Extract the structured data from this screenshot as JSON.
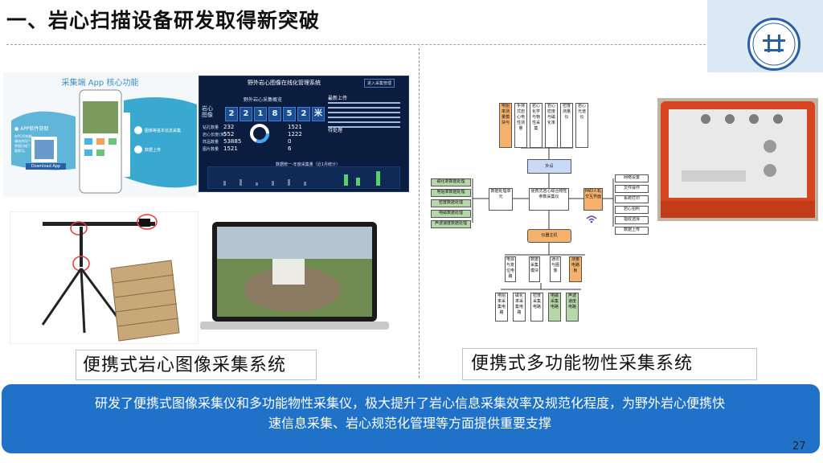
{
  "header": {
    "title": "一、岩心扫描设备研发取得新突破"
  },
  "left": {
    "app_image": {
      "title": "采集端 App 核心功能",
      "download_title": "● APP软件获取",
      "download_desc": "在PC/O电脑\n端选择用户\n界面扫描下\n载即可。",
      "download_button": "Download App",
      "feature_1": "图像等基本信息采集",
      "feature_2": "数据上传"
    },
    "dashboard": {
      "title": "野外岩心图像在线化管理系统",
      "overview_label": "野外岩心采集概览",
      "top_right_button": "进入采集管理",
      "image_label": "岩心图像",
      "counter_digits": [
        "2",
        "2",
        "1",
        "8",
        "5",
        "2",
        "米"
      ],
      "stats": [
        {
          "label": "钻孔数量",
          "value": "232"
        },
        {
          "label": "岩心长度(米)",
          "value": "552"
        },
        {
          "label": "样品数量",
          "value": "53885"
        },
        {
          "label": "图片数量",
          "value": "1521"
        }
      ],
      "stats_right": [
        {
          "label": "",
          "value": "1521"
        },
        {
          "label": "",
          "value": "1222"
        },
        {
          "label": "",
          "value": "0"
        },
        {
          "label": "",
          "value": "6"
        }
      ],
      "recent_title": "最新上传",
      "pending_title": "待处理",
      "chart_title": "数据统一-年度采集量（近1月统计）"
    },
    "caption": "便携式岩心图像采集系统"
  },
  "right": {
    "caption": "便携式多功能物性采集系统",
    "flowchart": {
      "top_boxes": [
        "电阻率测量模块与",
        "手持式岩心电性测量",
        "岩心化学与物性采集",
        "岩心密度与磁化率",
        "密度测量仪",
        "岩心光谱仪"
      ],
      "bus": "外设",
      "left_boxes": [
        "磁化率数据处理",
        "电阻率数据处理",
        "密度数据处理",
        "电磁数据处理",
        "声波速度数据处理"
      ],
      "data_center": "数据处理单元",
      "center": "便携式岩心综合物性参数采集仪",
      "pad": "PAD人机交互界面",
      "right_boxes": [
        "网络设置",
        "文件操作",
        "系统打印",
        "岩心拍照",
        "指纹选择",
        "数据上传"
      ],
      "controller": "仪器主机",
      "mid_boxes": [
        "电源与复位电路",
        "数据采集模块",
        "通讯与图像",
        "测量电路板"
      ],
      "bottom_boxes": [
        "电阻率采集电路",
        "磁化率采集电路",
        "密度采集电路",
        "电磁采集电路",
        "声波速度电路"
      ]
    }
  },
  "banner": {
    "text_line1": "研发了便携式图像采集仪和多功能物性采集仪，极大提升了岩心信息采集效率及规范化程度，为野外岩心便携快",
    "text_line2": "速信息采集、岩心规范化管理等方面提供重要支撑"
  },
  "page_number": "27",
  "colors": {
    "banner": "#1f72c8",
    "logo_ring": "#2a5fa3",
    "dashboard_bg": "#0b1d3f"
  }
}
